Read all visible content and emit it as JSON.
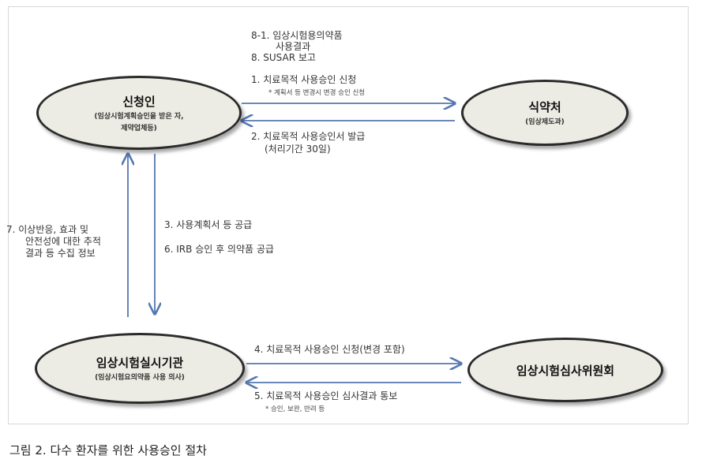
{
  "nodes": {
    "applicant": {
      "title": "신청인",
      "sub1": "(임상시험계획승인을 받은 자,",
      "sub2": "제약업체등)"
    },
    "mfds": {
      "title": "식약처",
      "sub": "(임상제도과)"
    },
    "institution": {
      "title": "임상시험실시기관",
      "sub": "(임상시험요의약품 사용 의사)"
    },
    "irb": {
      "title": "임상시험심사위원회"
    }
  },
  "labels": {
    "top_8_1": "8-1. 임상시험용의약품",
    "top_8_1_cont": "사용결과",
    "top_8": "8.    SUSAR 보고",
    "step1": "1. 치료목적 사용승인 신청",
    "step1_note": "* 계획서 등 변경시 변경 승인 신청",
    "step2": "2. 치료목적 사용승인서 발급",
    "step2_note": "(처리기간 30일)",
    "step3": "3. 사용계획서 등 공급",
    "step6": "6. IRB 승인 후 의약품 공급",
    "step7_l1": "7. 이상반응, 효과 및",
    "step7_l2": "안전성에 대한 추적",
    "step7_l3": "결과 등 수집 정보",
    "step4": "4. 치료목적 사용승인 신청(변경 포함)",
    "step5": "5. 치료목적 사용승인 심사결과 통보",
    "step5_note": "* 승인, 보완, 반려 등"
  },
  "caption": "그림 2. 다수 환자를 위한 사용승인 절차"
}
